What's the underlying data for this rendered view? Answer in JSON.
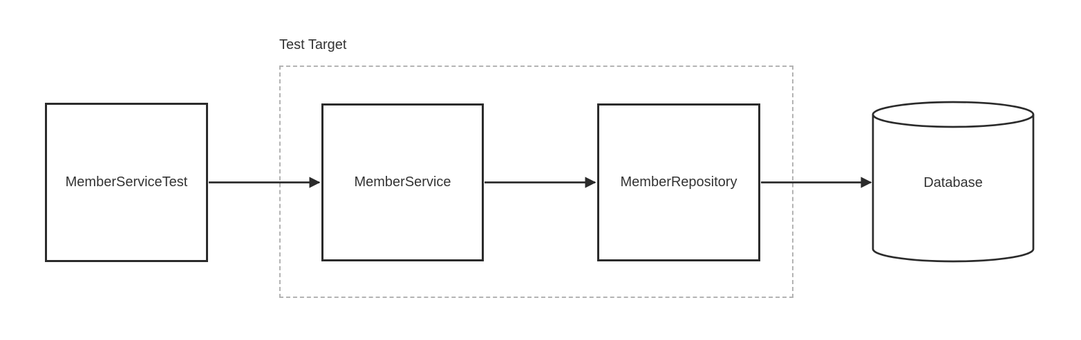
{
  "diagram": {
    "group": {
      "label": "Test Target",
      "members": [
        "MemberService",
        "MemberRepository"
      ]
    },
    "nodes": [
      {
        "id": "member-service-test",
        "label": "MemberServiceTest",
        "shape": "rect"
      },
      {
        "id": "member-service",
        "label": "MemberService",
        "shape": "rect"
      },
      {
        "id": "member-repository",
        "label": "MemberRepository",
        "shape": "rect"
      },
      {
        "id": "database",
        "label": "Database",
        "shape": "cylinder"
      }
    ],
    "edges": [
      {
        "from": "MemberServiceTest",
        "to": "MemberService",
        "style": "solid-arrow"
      },
      {
        "from": "MemberService",
        "to": "MemberRepository",
        "style": "solid-arrow"
      },
      {
        "from": "MemberRepository",
        "to": "Database",
        "style": "solid-arrow"
      }
    ],
    "colors": {
      "node_border": "#2b2b2b",
      "arrow": "#2b2b2b",
      "group_border": "#b3b3b3",
      "text": "#333333",
      "background": "#ffffff"
    }
  }
}
